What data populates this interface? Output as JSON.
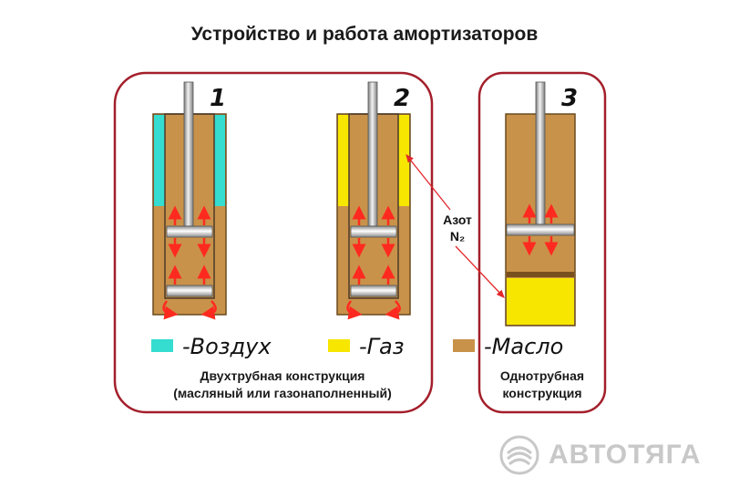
{
  "title": "Устройство и работа амортизаторов",
  "numbers": {
    "one": "1",
    "two": "2",
    "three": "3"
  },
  "gas_label": {
    "line1": "Азот",
    "line2": "N₂"
  },
  "legend": {
    "air": {
      "label": "-Воздух",
      "color": "#35dcd0"
    },
    "gas": {
      "label": "-Газ",
      "color": "#f7e700"
    },
    "oil": {
      "label": "-Масло",
      "color": "#c9924a"
    }
  },
  "captions": {
    "twin_tube": {
      "line1": "Двухтрубная конструкция",
      "line2": "(масляный или газонаполненный)"
    },
    "mono_tube": {
      "line1": "Однотрубная",
      "line2": "конструкция"
    }
  },
  "watermark": {
    "text": "АВТОТЯГА"
  },
  "colors": {
    "frame": "#a31f2b",
    "arrow": "#ff2a1f",
    "divider": "#7a4f1e"
  }
}
